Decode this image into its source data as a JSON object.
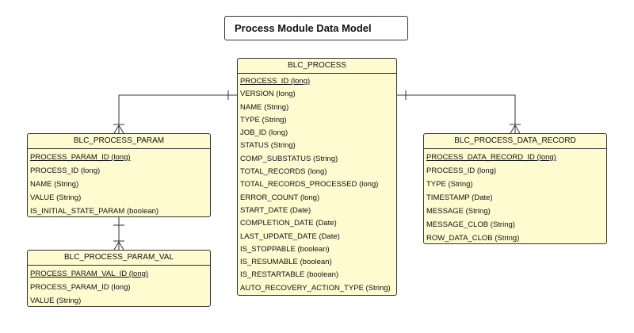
{
  "title": "Process Module Data Model",
  "entities": {
    "process": {
      "name": "BLC_PROCESS",
      "fields": [
        "PROCESS_ID (long)",
        "VERSION (long)",
        "NAME (String)",
        "TYPE (String)",
        "JOB_ID (long)",
        "STATUS (String)",
        "COMP_SUBSTATUS (String)",
        "TOTAL_RECORDS (long)",
        "TOTAL_RECORDS_PROCESSED (long)",
        "ERROR_COUNT (long)",
        "START_DATE (Date)",
        "COMPLETION_DATE (Date)",
        "LAST_UPDATE_DATE (Date)",
        "IS_STOPPABLE (boolean)",
        "IS_RESUMABLE (boolean)",
        "IS_RESTARTABLE (boolean)",
        "AUTO_RECOVERY_ACTION_TYPE (String)"
      ]
    },
    "param": {
      "name": "BLC_PROCESS_PARAM",
      "fields": [
        "PROCESS_PARAM_ID (long)",
        "PROCESS_ID (long)",
        "NAME (String)",
        "VALUE (String)",
        "IS_INITIAL_STATE_PARAM (boolean)"
      ]
    },
    "param_val": {
      "name": "BLC_PROCESS_PARAM_VAL",
      "fields": [
        "PROCESS_PARAM_VAL_ID (long)",
        "PROCESS_PARAM_ID (long)",
        "VALUE (String)"
      ]
    },
    "data_record": {
      "name": "BLC_PROCESS_DATA_RECORD",
      "fields": [
        "PROCESS_DATA_RECORD_ID (long)",
        "PROCESS_ID (long)",
        "TYPE (String)",
        "TIMESTAMP (Date)",
        "MESSAGE (String)",
        "MESSAGE_CLOB (String)",
        "ROW_DATA_CLOB (String)"
      ]
    }
  }
}
